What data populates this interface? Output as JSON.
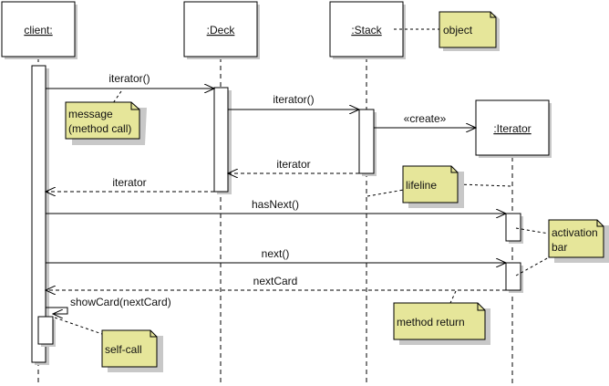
{
  "diagram": {
    "type": "uml-sequence",
    "objects": [
      {
        "id": "client",
        "label": "client:"
      },
      {
        "id": "deck",
        "label": ":Deck"
      },
      {
        "id": "stack",
        "label": ":Stack"
      },
      {
        "id": "iterator",
        "label": ":Iterator"
      }
    ],
    "messages": [
      {
        "id": "m1",
        "label": "iterator()",
        "from": "client",
        "to": "deck",
        "kind": "call"
      },
      {
        "id": "m2",
        "label": "iterator()",
        "from": "deck",
        "to": "stack",
        "kind": "call"
      },
      {
        "id": "m3",
        "label": "«create»",
        "from": "stack",
        "to": "iterator",
        "kind": "create"
      },
      {
        "id": "m4",
        "label": "iterator",
        "from": "stack",
        "to": "deck",
        "kind": "return"
      },
      {
        "id": "m5",
        "label": "iterator",
        "from": "deck",
        "to": "client",
        "kind": "return"
      },
      {
        "id": "m6",
        "label": "hasNext()",
        "from": "client",
        "to": "iterator",
        "kind": "call"
      },
      {
        "id": "m7",
        "label": "next()",
        "from": "client",
        "to": "iterator",
        "kind": "call"
      },
      {
        "id": "m8",
        "label": "nextCard",
        "from": "iterator",
        "to": "client",
        "kind": "return"
      },
      {
        "id": "m9",
        "label": "showCard(nextCard)",
        "from": "client",
        "to": "client",
        "kind": "self-call"
      }
    ],
    "notes": [
      {
        "id": "note-object",
        "lines": [
          "object"
        ]
      },
      {
        "id": "note-message",
        "lines": [
          "message",
          "(method call)"
        ]
      },
      {
        "id": "note-lifeline",
        "lines": [
          "lifeline"
        ]
      },
      {
        "id": "note-activation",
        "lines": [
          "activation",
          "bar"
        ]
      },
      {
        "id": "note-return",
        "lines": [
          "method return"
        ]
      },
      {
        "id": "note-selfcall",
        "lines": [
          "self-call"
        ]
      }
    ],
    "colors": {
      "note_fill": "#e6e69a",
      "line": "#000000",
      "shadow": "#c8c8c8",
      "box_fill": "#ffffff"
    }
  }
}
